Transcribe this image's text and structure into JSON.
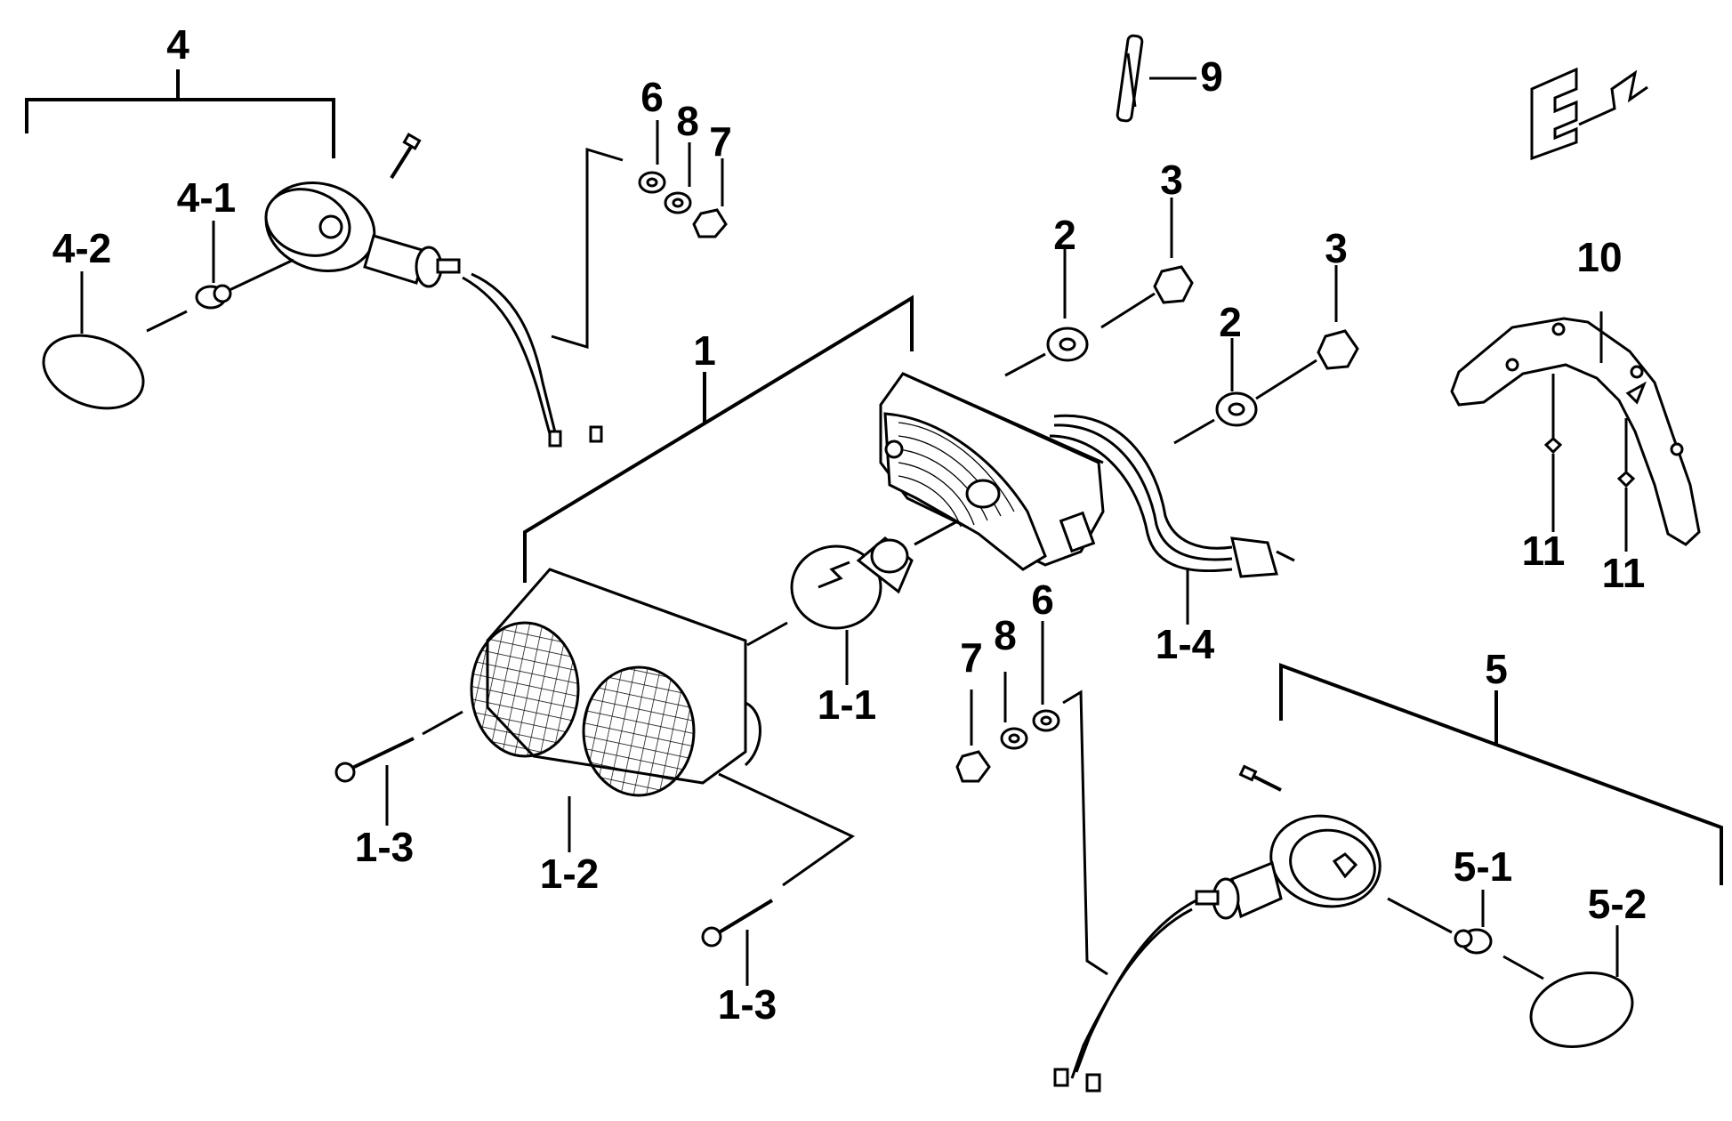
{
  "labels": {
    "p1": "1",
    "p1_1": "1-1",
    "p1_2": "1-2",
    "p1_3a": "1-3",
    "p1_3b": "1-3",
    "p1_4": "1-4",
    "p2a": "2",
    "p2b": "2",
    "p3a": "3",
    "p3b": "3",
    "p4": "4",
    "p4_1": "4-1",
    "p4_2": "4-2",
    "p5": "5",
    "p5_1": "5-1",
    "p5_2": "5-2",
    "p6a": "6",
    "p6b": "6",
    "p7a": "7",
    "p7b": "7",
    "p8a": "8",
    "p8b": "8",
    "p9": "9",
    "p10": "10",
    "p11a": "11",
    "p11b": "11"
  },
  "colors": {
    "ink": "#000000",
    "paper": "#ffffff"
  }
}
